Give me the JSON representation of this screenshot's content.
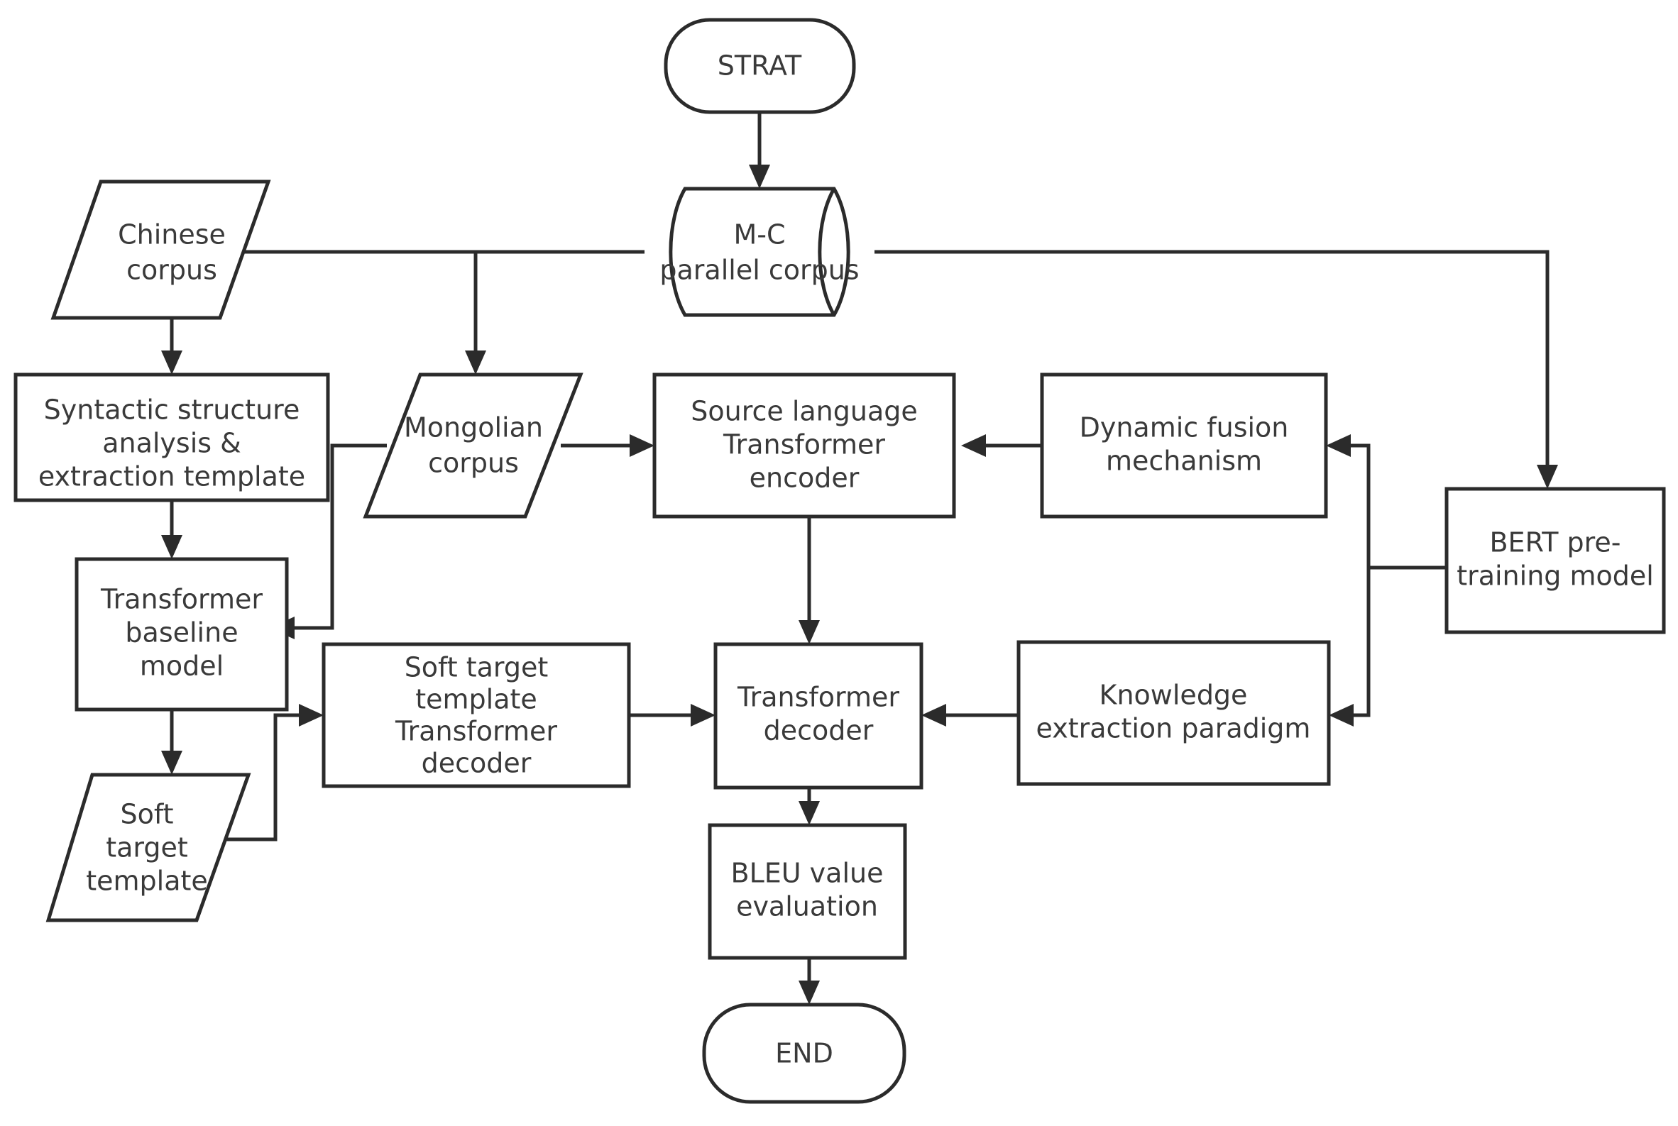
{
  "diagram": {
    "title": "Mongolian-Chinese machine translation model flowchart",
    "background_color": "#ffffff",
    "line_color": "#2b2b2b",
    "text_color": "#3a3a3a",
    "nodes": {
      "start": {
        "label": "STRAT",
        "shape": "terminator"
      },
      "mc_corpus": {
        "label": "M-C parallel corpus",
        "line1": "M-C",
        "line2": "parallel corpus",
        "shape": "cylinder"
      },
      "chinese_corpus": {
        "label": "Chinese corpus",
        "line1": "Chinese",
        "line2": "corpus",
        "shape": "parallelogram"
      },
      "mongolian_corpus": {
        "label": "Mongolian corpus",
        "line1": "Mongolian",
        "line2": "corpus",
        "shape": "parallelogram"
      },
      "syntactic": {
        "label": "Syntactic structure analysis & extraction template",
        "line1": "Syntactic structure",
        "line2": "analysis &",
        "line3": "extraction template",
        "shape": "process"
      },
      "transformer_baseline": {
        "label": "Transformer baseline model",
        "line1": "Transformer",
        "line2": "baseline",
        "line3": "model",
        "shape": "process"
      },
      "soft_target_template": {
        "label": "Soft target template",
        "line1": "Soft",
        "line2": "target",
        "line3": "template",
        "shape": "parallelogram"
      },
      "soft_target_decoder": {
        "label": "Soft target template Transformer decoder",
        "line1": "Soft target",
        "line2": "template",
        "line3": "Transformer",
        "line4": "decoder",
        "shape": "process"
      },
      "source_encoder": {
        "label": "Source language Transformer encoder",
        "line1": "Source language",
        "line2": "Transformer",
        "line3": "encoder",
        "shape": "process"
      },
      "dynamic_fusion": {
        "label": "Dynamic fusion mechanism",
        "line1": "Dynamic fusion",
        "line2": "mechanism",
        "shape": "process"
      },
      "bert": {
        "label": "BERT pre-training model",
        "line1": "BERT pre-",
        "line2": "training model",
        "shape": "process"
      },
      "transformer_decoder": {
        "label": "Transformer decoder",
        "line1": "Transformer",
        "line2": "decoder",
        "shape": "process"
      },
      "knowledge_extraction": {
        "label": "Knowledge extraction paradigm",
        "line1": "Knowledge",
        "line2": "extraction paradigm",
        "shape": "process"
      },
      "bleu": {
        "label": "BLEU value evaluation",
        "line1": "BLEU value",
        "line2": "evaluation",
        "shape": "process"
      },
      "end": {
        "label": "END",
        "shape": "terminator"
      }
    },
    "edges": [
      {
        "from": "start",
        "to": "mc_corpus"
      },
      {
        "from": "mc_corpus",
        "to": "chinese_corpus"
      },
      {
        "from": "mc_corpus",
        "to": "mongolian_corpus"
      },
      {
        "from": "mc_corpus",
        "to": "bert"
      },
      {
        "from": "chinese_corpus",
        "to": "syntactic"
      },
      {
        "from": "syntactic",
        "to": "transformer_baseline"
      },
      {
        "from": "transformer_baseline",
        "to": "soft_target_template"
      },
      {
        "from": "soft_target_template",
        "to": "soft_target_decoder"
      },
      {
        "from": "mongolian_corpus",
        "to": "source_encoder"
      },
      {
        "from": "mongolian_corpus",
        "to": "transformer_baseline"
      },
      {
        "from": "dynamic_fusion",
        "to": "source_encoder"
      },
      {
        "from": "bert",
        "to": "dynamic_fusion"
      },
      {
        "from": "bert",
        "to": "knowledge_extraction"
      },
      {
        "from": "source_encoder",
        "to": "transformer_decoder"
      },
      {
        "from": "soft_target_decoder",
        "to": "transformer_decoder"
      },
      {
        "from": "knowledge_extraction",
        "to": "transformer_decoder"
      },
      {
        "from": "transformer_decoder",
        "to": "bleu"
      },
      {
        "from": "bleu",
        "to": "end"
      }
    ]
  }
}
